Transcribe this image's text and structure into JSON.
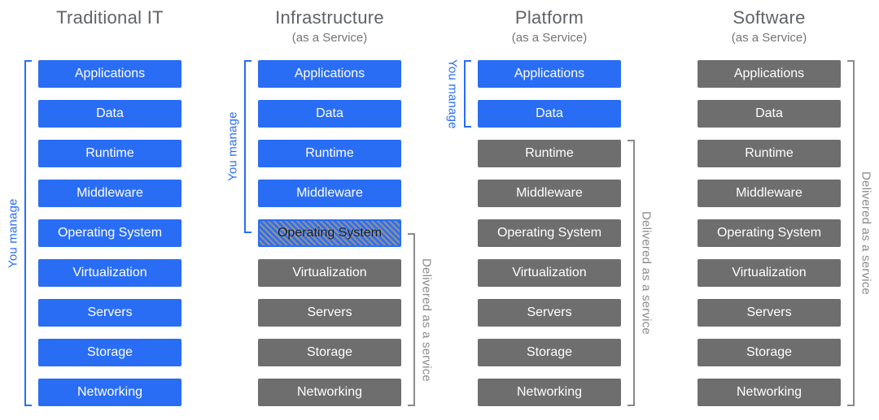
{
  "layers": [
    "Applications",
    "Data",
    "Runtime",
    "Middleware",
    "Operating System",
    "Virtualization",
    "Servers",
    "Storage",
    "Networking"
  ],
  "columns": [
    {
      "id": "traditional-it",
      "title": "Traditional IT",
      "subtitle": "",
      "managed_count": 9,
      "shared_index": null,
      "left_label": "You manage",
      "right_label": null,
      "left_label_flipped": false
    },
    {
      "id": "iaas",
      "title": "Infrastructure",
      "subtitle": "(as a Service)",
      "managed_count": 4,
      "shared_index": 4,
      "left_label": "You manage",
      "right_label": "Delivered as a service",
      "left_label_flipped": false
    },
    {
      "id": "paas",
      "title": "Platform",
      "subtitle": "(as a Service)",
      "managed_count": 2,
      "shared_index": null,
      "left_label": "You manage",
      "right_label": "Delivered as a service",
      "left_label_flipped": true
    },
    {
      "id": "saas",
      "title": "Software",
      "subtitle": "(as a Service)",
      "managed_count": 0,
      "shared_index": null,
      "left_label": null,
      "right_label": "Delivered as a service",
      "left_label_flipped": false
    }
  ],
  "colors": {
    "managed": "#2a6df5",
    "service": "#6e6e6e",
    "left_bracket": "#2a6df5",
    "right_bracket": "#8a8a8a",
    "title": "#5f6368",
    "subtitle": "#757575"
  }
}
